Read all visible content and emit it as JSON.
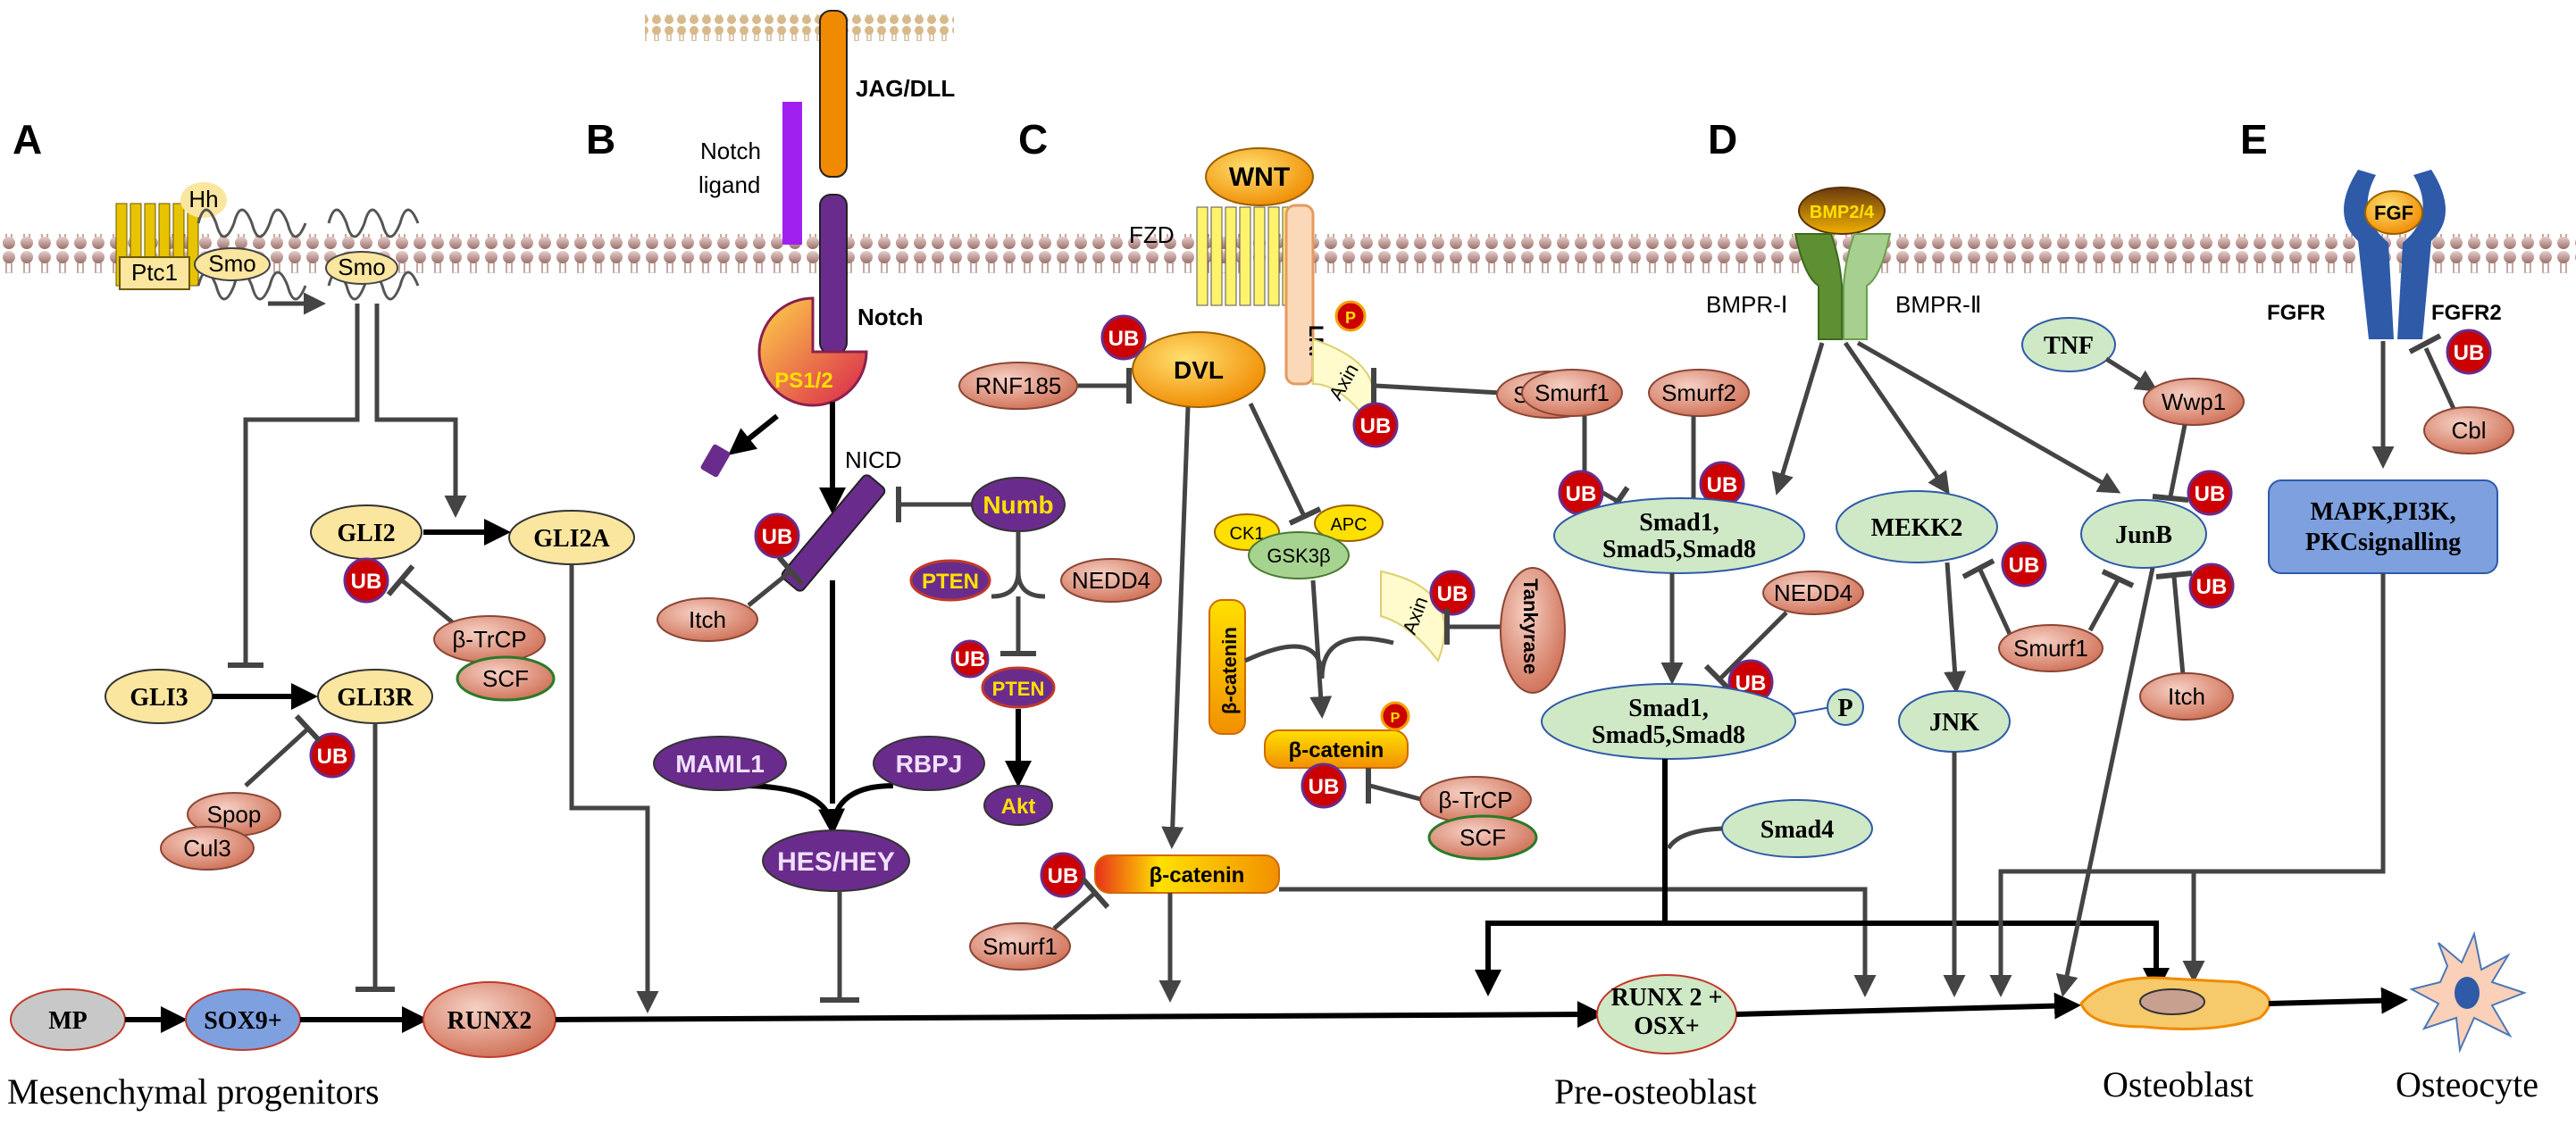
{
  "panels": {
    "a": "A",
    "b": "B",
    "c": "C",
    "d": "D",
    "e": "E"
  },
  "colors": {
    "membrane": "#c9a7a2",
    "hh_node": "#fbe6a0",
    "notch_purple": "#6a2c8c",
    "wnt_orange": "#f2a100",
    "smad_green": "#cfe8c6",
    "fgf_blue": "#2e5aa8",
    "mapk_box": "#7ea0df",
    "ub_red": "#cc0000",
    "e3_salmon": "#e39a86"
  },
  "hedgehog": {
    "ptc1": "Ptc1",
    "hh": "Hh",
    "smo_inactive": "Smo",
    "smo_active": "Smo",
    "gli2": "GLI2",
    "gli2a": "GLI2A",
    "gli3": "GLI3",
    "gli3r": "GLI3R",
    "btrcp": "β-TrCP",
    "scf": "SCF",
    "spop": "Spop",
    "cul3": "Cul3"
  },
  "notch": {
    "jag_dll": "JAG/DLL",
    "notch_ligand": "Notch\nligand",
    "notch": "Notch",
    "ps12": "PS1/2",
    "nicd": "NICD",
    "numb": "Numb",
    "itch": "Itch",
    "pten": "PTEN",
    "pten_ub": "PTEN",
    "nedd4": "NEDD4",
    "akt": "Akt",
    "maml1": "MAML1",
    "rbpj": "RBPJ",
    "hes_hey": "HES/HEY"
  },
  "wnt": {
    "wnt": "WNT",
    "fzd": "FZD",
    "lrp": "LRP",
    "dvl": "DVL",
    "axin": "Axin",
    "p": "P",
    "rnf185": "RNF185",
    "smurf1_top": "Smurf1",
    "ck1": "CK1",
    "apc": "APC",
    "gsk3b": "GSK3β",
    "axin2": "Axin",
    "tankyrase": "Tankyrase",
    "bcat_vertical": "β-catenin",
    "bcat_p": "β-catenin",
    "btrcp": "β-TrCP",
    "scf": "SCF",
    "bcat_bottom": "β-catenin",
    "smurf1_bottom": "Smurf1"
  },
  "bmp": {
    "bmp24": "BMP2/4",
    "bmpr1": "BMPR-Ⅰ",
    "bmpr2": "BMPR-Ⅱ",
    "smurf1": "Smurf1",
    "smurf2": "Smurf2",
    "smad_top": "Smad1,\nSmad5,Smad8",
    "nedd4": "NEDD4",
    "smad_p": "Smad1,\nSmad5,Smad8",
    "p": "P",
    "smad4": "Smad4",
    "mekk2": "MEKK2",
    "jnk": "JNK",
    "smurf1_mekk": "Smurf1",
    "tnf": "TNF",
    "wwp1": "Wwp1",
    "junb": "JunB",
    "itch": "Itch"
  },
  "fgf": {
    "fgf": "FGF",
    "fgfr": "FGFR",
    "fgfr2": "FGFR2",
    "cbl": "Cbl",
    "mapk": "MAPK,PI3K,\nPKCsignalling"
  },
  "ub_label": "UB",
  "lineage": {
    "mp": "MP",
    "sox9": "SOX9+",
    "runx2": "RUNX2",
    "runx2_osx": "RUNX 2 +\nOSX+",
    "mesenchymal": "Mesenchymal progenitors",
    "pre_osteoblast": "Pre-osteoblast",
    "osteoblast": "Osteoblast",
    "osteocyte": "Osteocyte"
  }
}
